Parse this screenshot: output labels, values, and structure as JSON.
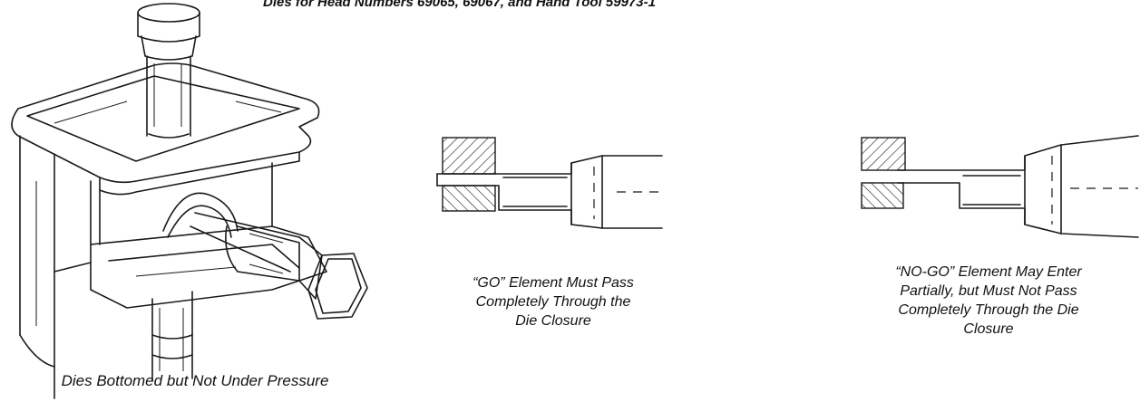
{
  "header": {
    "title": "Dies for Head Numbers 69065, 69067, and Hand Tool 59973-1"
  },
  "figures": {
    "main": {
      "caption": "Dies Bottomed but Not Under Pressure"
    },
    "go": {
      "caption_lines": [
        "“GO” Element Must Pass",
        "Completely Through the",
        "Die Closure"
      ]
    },
    "nogo": {
      "caption_lines": [
        "“NO-GO” Element May Enter",
        "Partially, but Must Not Pass",
        "Completely Through the Die",
        "Closure"
      ]
    }
  }
}
